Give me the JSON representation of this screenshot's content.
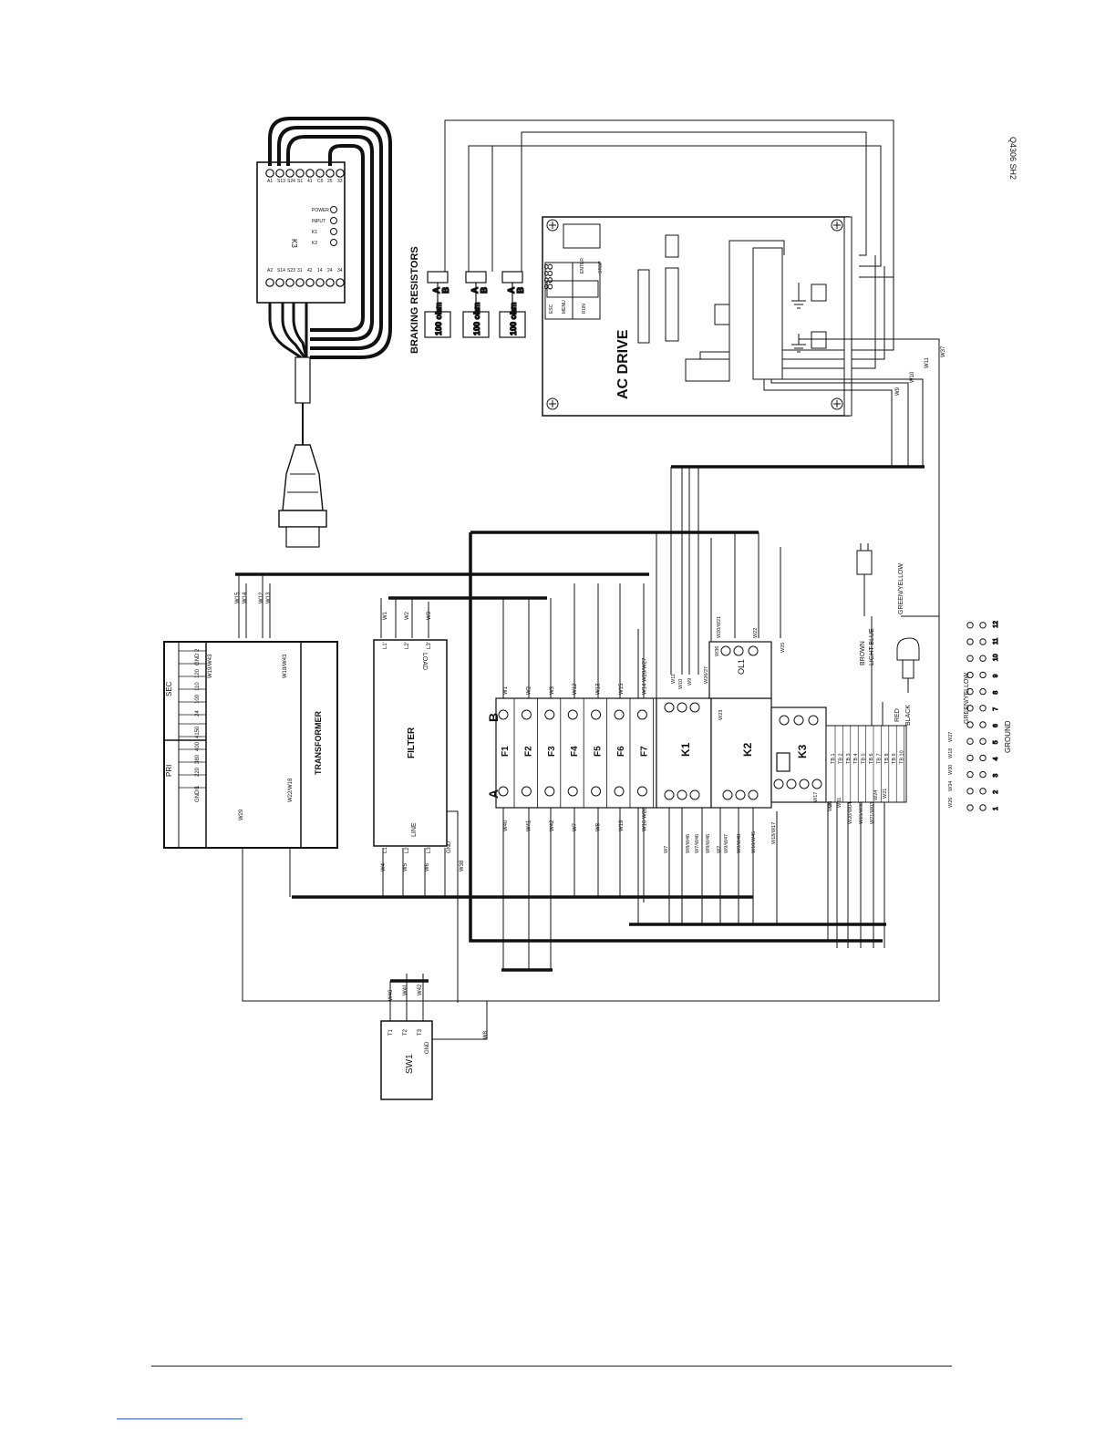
{
  "ids": {
    "drawing": "Q4306 SH2"
  },
  "braking": {
    "title": "BRAKING RESISTORS",
    "resistors": [
      {
        "value": "100 ohm",
        "a": "A",
        "b": "B"
      },
      {
        "value": "100 ohm",
        "a": "A",
        "b": "B"
      },
      {
        "value": "100 ohm",
        "a": "A",
        "b": "B"
      }
    ]
  },
  "relay": {
    "label": "K3",
    "top_terminals": [
      "A1",
      "S13",
      "S24",
      "S1",
      "41",
      "C5",
      "25",
      "33"
    ],
    "bottom_terminals": [
      "A2",
      "S14",
      "S23",
      "31",
      "42",
      "14",
      "24",
      "34"
    ],
    "side": [
      "POWER",
      "INPUT",
      "K1",
      "K2"
    ]
  },
  "drive": {
    "title": "AC DRIVE",
    "buttons": [
      "ESC",
      "RUN",
      "STOP",
      "ENTER",
      "MENU"
    ],
    "display": "8888",
    "ground_symbol": "⏚"
  },
  "transformer": {
    "title": "TRANSFORMER",
    "pri_label": "PRI",
    "sec_label": "SEC",
    "pri_taps": [
      "GND 1",
      "0",
      "220",
      "380",
      "400",
      "415"
    ],
    "sec_taps": [
      "0",
      "24",
      "100",
      "110",
      "120",
      "GND 2"
    ],
    "wires": [
      "W15",
      "W14",
      "W12",
      "W13",
      "W22/W18",
      "W29",
      "W19/W43",
      "W18/W43"
    ]
  },
  "filter": {
    "title": "FILTER",
    "load": "LOAD",
    "line": "LINE",
    "load_terms": [
      "L1'",
      "L2'",
      "L3'"
    ],
    "line_terms": [
      "L1",
      "L2",
      "L3",
      "GND"
    ],
    "top_wires": [
      "W1",
      "W2",
      "W3"
    ],
    "bottom_wires": [
      "W4",
      "W5",
      "W6",
      "W38"
    ]
  },
  "fuses": {
    "side_a": "A",
    "side_b": "B",
    "labels": [
      "F1",
      "F2",
      "F3",
      "F4",
      "F5",
      "F6",
      "F7"
    ],
    "top_wires": [
      "W1",
      "W2",
      "W3",
      "W12",
      "W13",
      "W15",
      "W14 W28/W27"
    ],
    "bottom_wires": [
      "W40",
      "W41",
      "W42",
      "W7",
      "W8",
      "W19",
      "W16 W28"
    ]
  },
  "contactors": {
    "k1": "K1",
    "k2": "K2",
    "k3": "K3",
    "ol1": "OL1",
    "wires": [
      "W11",
      "W10",
      "W9",
      "W26/27",
      "W25",
      "W20/W21",
      "W22",
      "W36",
      "W23",
      "W17",
      "W27",
      "W18/W17",
      "W7",
      "W8/W46",
      "W7/W46",
      "W9/W46",
      "W2",
      "W9/W47",
      "W9/W48",
      "W10/W45"
    ]
  },
  "terminals": {
    "labels": [
      "TB 1",
      "TB 2",
      "TB 3",
      "TB 4",
      "TB 5",
      "TB 6",
      "TB 7",
      "TB 8",
      "TB 9",
      "TB 10"
    ],
    "wires": [
      "W26",
      "W31",
      "W20/W04",
      "W15/W30",
      "W21/W03",
      "W24",
      "W21"
    ]
  },
  "connector": {
    "numbers": [
      "1",
      "2",
      "3",
      "4",
      "5",
      "6",
      "7",
      "8",
      "9",
      "10",
      "11",
      "12"
    ],
    "wires": [
      "W26",
      "W34",
      "W30",
      "W18",
      "W27"
    ],
    "ground": "GROUND",
    "gy1": "GREEN/YELLOW",
    "gy2": "GREEN/YELLOW",
    "brown": "BROWN",
    "light_blue": "LIGHT BLUE",
    "red": "RED",
    "black": "BLACK"
  },
  "switch": {
    "label": "SW1",
    "terms": [
      "T1",
      "T2",
      "T3",
      "GND"
    ],
    "wires": [
      "W40",
      "W41",
      "W42",
      "W8"
    ]
  },
  "drive_wires": [
    "W9",
    "W10",
    "W11",
    "W37"
  ]
}
